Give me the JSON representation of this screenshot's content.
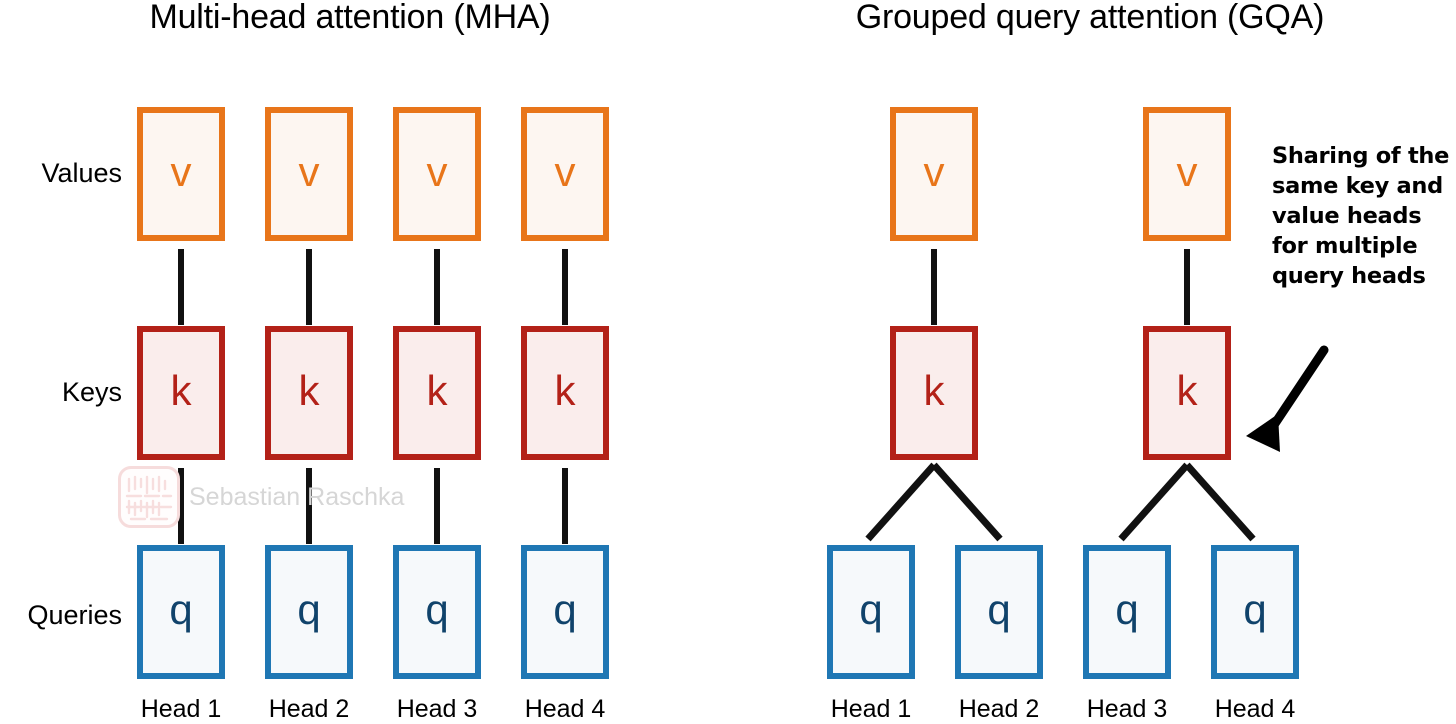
{
  "panels": {
    "left": {
      "title": "Multi-head attention (MHA)",
      "heads": [
        "Head 1",
        "Head 2",
        "Head 3",
        "Head 4"
      ],
      "value_boxes": [
        "v",
        "v",
        "v",
        "v"
      ],
      "key_boxes": [
        "k",
        "k",
        "k",
        "k"
      ],
      "query_boxes": [
        "q",
        "q",
        "q",
        "q"
      ]
    },
    "right": {
      "title": "Grouped query attention (GQA)",
      "heads": [
        "Head 1",
        "Head 2",
        "Head 3",
        "Head 4"
      ],
      "value_boxes": [
        "v",
        "v"
      ],
      "key_boxes": [
        "k",
        "k"
      ],
      "query_boxes": [
        "q",
        "q",
        "q",
        "q"
      ]
    }
  },
  "row_labels": {
    "values": "Values",
    "keys": "Keys",
    "queries": "Queries"
  },
  "annotation": {
    "text": "Sharing of the same key and value heads for multiple query heads"
  },
  "watermark": {
    "text": "Sebastian Raschka"
  },
  "colors": {
    "value_border": "#E8751A",
    "value_fill": "#FDF6F1",
    "key_border": "#B32118",
    "key_fill": "#FAEDEC",
    "query_border": "#1F77B4",
    "query_fill": "#F6F9FB",
    "query_text": "#10436B",
    "connector": "#111111",
    "background": "#FFFFFF"
  }
}
